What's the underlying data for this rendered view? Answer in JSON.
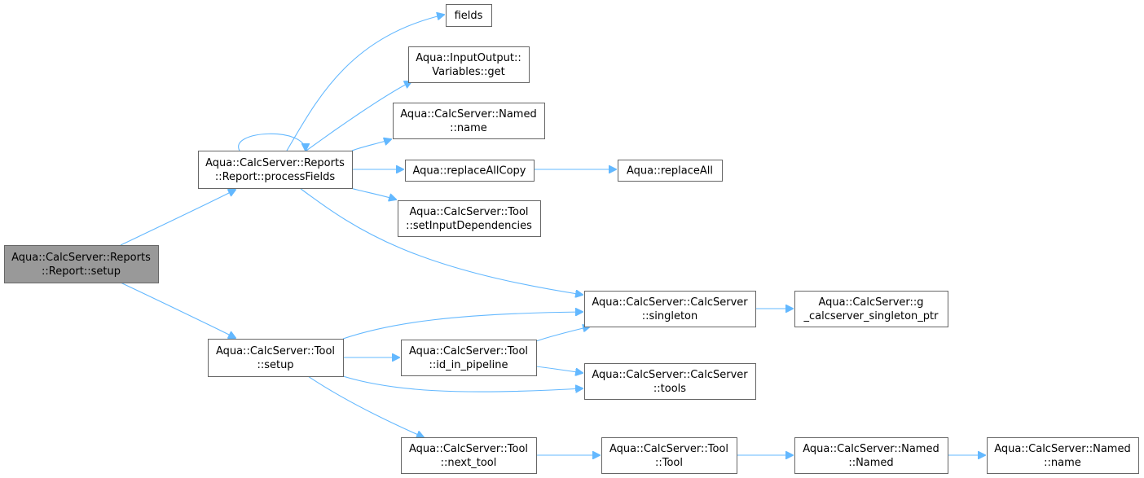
{
  "nodes": {
    "setup_root": {
      "lines": [
        "Aqua::CalcServer::Reports",
        "::Report::setup"
      ],
      "root": true
    },
    "processFields": {
      "lines": [
        "Aqua::CalcServer::Reports",
        "::Report::processFields"
      ]
    },
    "tool_setup": {
      "lines": [
        "Aqua::CalcServer::Tool",
        "::setup"
      ]
    },
    "fields": {
      "lines": [
        "fields"
      ]
    },
    "variables_get": {
      "lines": [
        "Aqua::InputOutput::",
        "Variables::get"
      ]
    },
    "named_name1": {
      "lines": [
        "Aqua::CalcServer::Named",
        "::name"
      ]
    },
    "replaceAllCopy": {
      "lines": [
        "Aqua::replaceAllCopy"
      ]
    },
    "replaceAll": {
      "lines": [
        "Aqua::replaceAll"
      ]
    },
    "setInputDependencies": {
      "lines": [
        "Aqua::CalcServer::Tool",
        "::setInputDependencies"
      ]
    },
    "singleton": {
      "lines": [
        "Aqua::CalcServer::CalcServer",
        "::singleton"
      ]
    },
    "g_ptr": {
      "lines": [
        "Aqua::CalcServer::g",
        "_calcserver_singleton_ptr"
      ]
    },
    "id_in_pipeline": {
      "lines": [
        "Aqua::CalcServer::Tool",
        "::id_in_pipeline"
      ]
    },
    "tools": {
      "lines": [
        "Aqua::CalcServer::CalcServer",
        "::tools"
      ]
    },
    "next_tool": {
      "lines": [
        "Aqua::CalcServer::Tool",
        "::next_tool"
      ]
    },
    "tool_ctor": {
      "lines": [
        "Aqua::CalcServer::Tool",
        "::Tool"
      ]
    },
    "named_ctor": {
      "lines": [
        "Aqua::CalcServer::Named",
        "::Named"
      ]
    },
    "named_name2": {
      "lines": [
        "Aqua::CalcServer::Named",
        "::name"
      ]
    }
  },
  "edges": [
    [
      "setup_root",
      "processFields"
    ],
    [
      "setup_root",
      "tool_setup"
    ],
    [
      "processFields",
      "processFields"
    ],
    [
      "processFields",
      "fields"
    ],
    [
      "processFields",
      "variables_get"
    ],
    [
      "processFields",
      "named_name1"
    ],
    [
      "processFields",
      "replaceAllCopy"
    ],
    [
      "processFields",
      "setInputDependencies"
    ],
    [
      "processFields",
      "singleton"
    ],
    [
      "replaceAllCopy",
      "replaceAll"
    ],
    [
      "singleton",
      "g_ptr"
    ],
    [
      "tool_setup",
      "singleton"
    ],
    [
      "tool_setup",
      "id_in_pipeline"
    ],
    [
      "tool_setup",
      "tools"
    ],
    [
      "tool_setup",
      "next_tool"
    ],
    [
      "id_in_pipeline",
      "singleton"
    ],
    [
      "id_in_pipeline",
      "tools"
    ],
    [
      "next_tool",
      "tool_ctor"
    ],
    [
      "tool_ctor",
      "named_ctor"
    ],
    [
      "named_ctor",
      "named_name2"
    ]
  ]
}
